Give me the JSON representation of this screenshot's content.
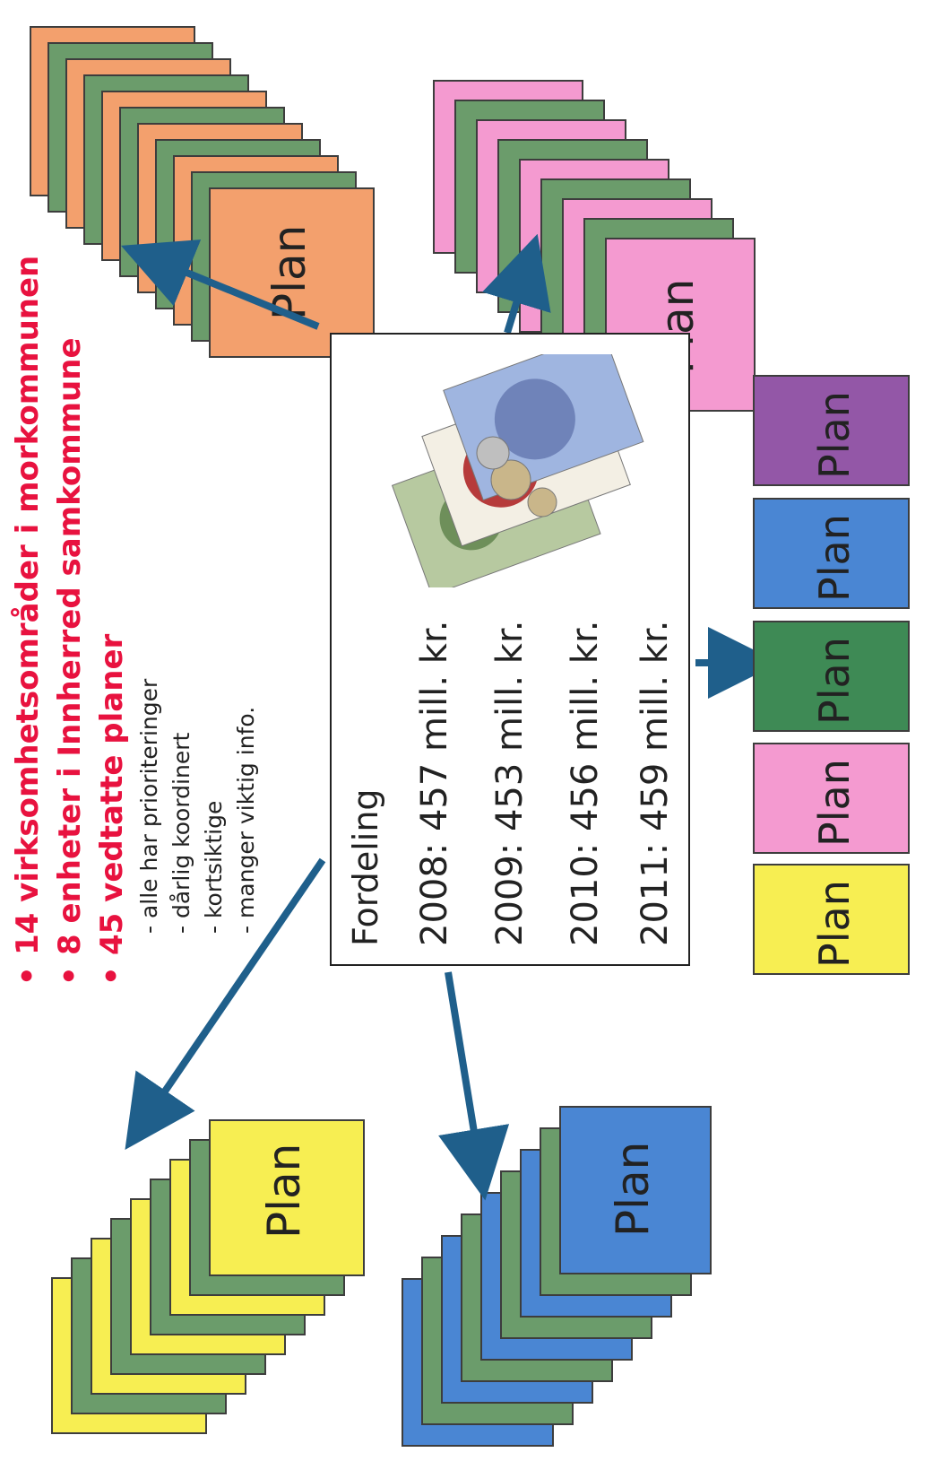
{
  "bullets": [
    "14 virksomhetsområder i morkommunen",
    "8 enheter i Innherred samkommune",
    "45 vedtatte planer"
  ],
  "sub_points": [
    "- alle har prioriteringer",
    "- dårlig koordinert",
    "- kortsiktige",
    "- manger viktig info."
  ],
  "fordeling": {
    "title": "Fordeling",
    "lines": [
      "2008: 457 mill. kr.",
      "2009: 453 mill. kr.",
      "2010: 456 mill. kr.",
      "2011: 459 mill. kr."
    ]
  },
  "plan_label": "Plan",
  "colors": {
    "bullet_red": "#e8123f",
    "arrow_blue": "#1f5f8b",
    "green": "#6b9c6b",
    "orange": "#f3a06d",
    "pink": "#f49ad0",
    "yellow": "#f7ee52",
    "blue": "#4a86d3",
    "purple": "#9357a7",
    "dark_green": "#3e8a55"
  },
  "row_plans": [
    {
      "color": "#f7ee52"
    },
    {
      "color": "#f49ad0"
    },
    {
      "color": "#3e8a55"
    },
    {
      "color": "#4a86d3"
    },
    {
      "color": "#9357a7"
    }
  ]
}
